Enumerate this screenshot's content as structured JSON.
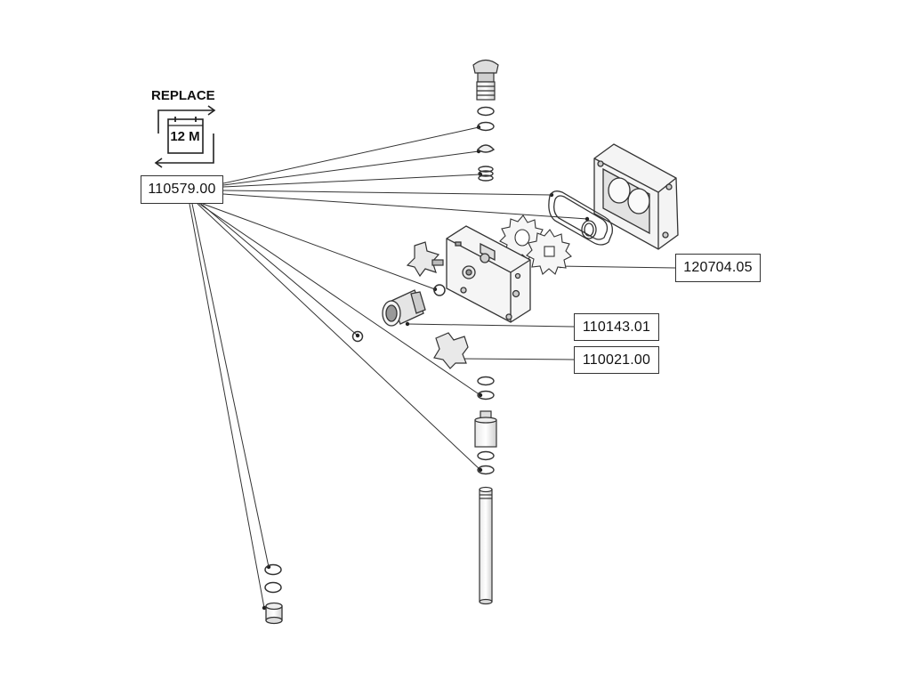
{
  "replace_badge": {
    "label": "REPLACE",
    "interval": "12 M",
    "icon": "calendar-icon"
  },
  "callouts": {
    "kit": "110579.00",
    "gear_housing": "120704.05",
    "coupling": "110143.01",
    "knob": "110021.00"
  },
  "colors": {
    "line": "#333333",
    "part_fill": "#f2f2f2",
    "part_dark": "#555555"
  }
}
